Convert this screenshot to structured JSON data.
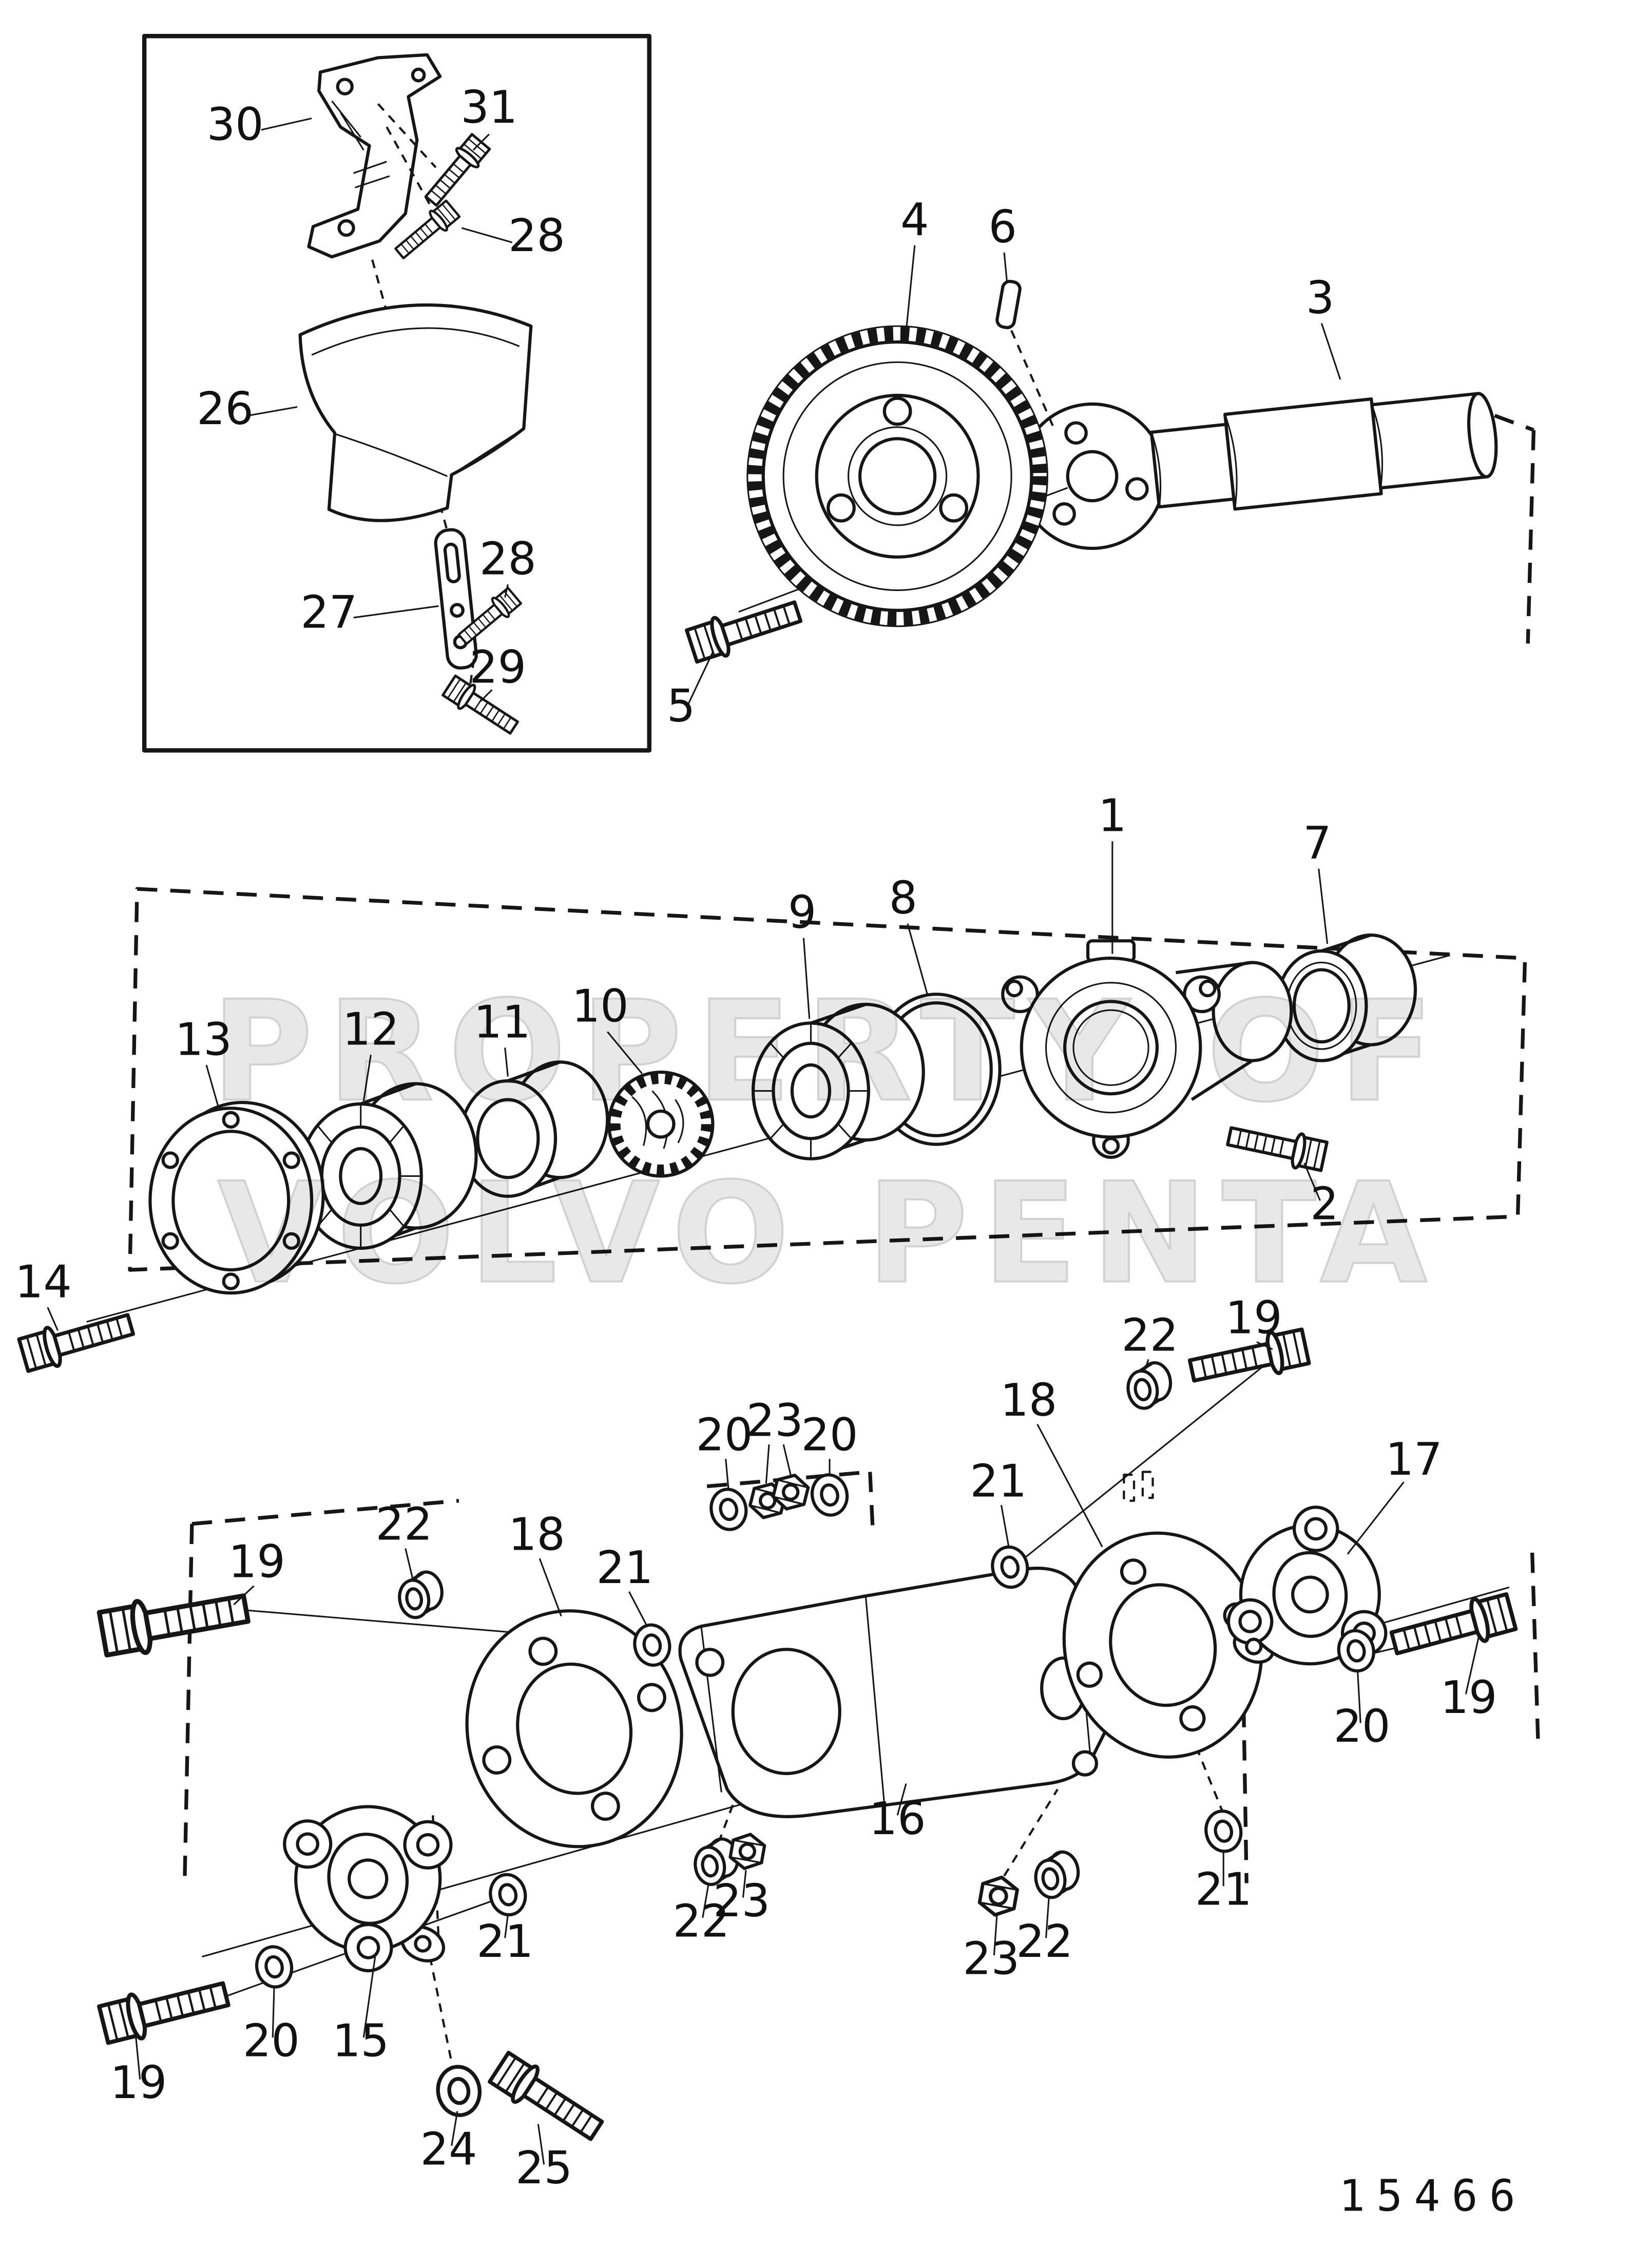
{
  "diagram": {
    "doc_number": "15466",
    "watermark": {
      "line1": "PROPERTY OF",
      "line2": "VOLVO PENTA"
    },
    "callouts": {
      "c1": "1",
      "c2": "2",
      "c3": "3",
      "c4": "4",
      "c5": "5",
      "c6": "6",
      "c7": "7",
      "c8": "8",
      "c9": "9",
      "c10": "10",
      "c11": "11",
      "c12": "12",
      "c13": "13",
      "c14": "14",
      "c15": "15",
      "c16": "16",
      "c17": "17",
      "c18a": "18",
      "c18b": "18",
      "c19a": "19",
      "c19b": "19",
      "c19c": "19",
      "c19d": "19",
      "c20a": "20",
      "c20b": "20",
      "c20c": "20",
      "c20d": "20",
      "c21a": "21",
      "c21b": "21",
      "c21c": "21",
      "c21d": "21",
      "c22a": "22",
      "c22b": "22",
      "c22c": "22",
      "c22d": "22",
      "c23a": "23",
      "c23b": "23",
      "c23c": "23",
      "c24": "24",
      "c25": "25",
      "c26": "26",
      "c27": "27",
      "c28a": "28",
      "c28b": "28",
      "c29": "29",
      "c30": "30",
      "c31": "31"
    }
  }
}
